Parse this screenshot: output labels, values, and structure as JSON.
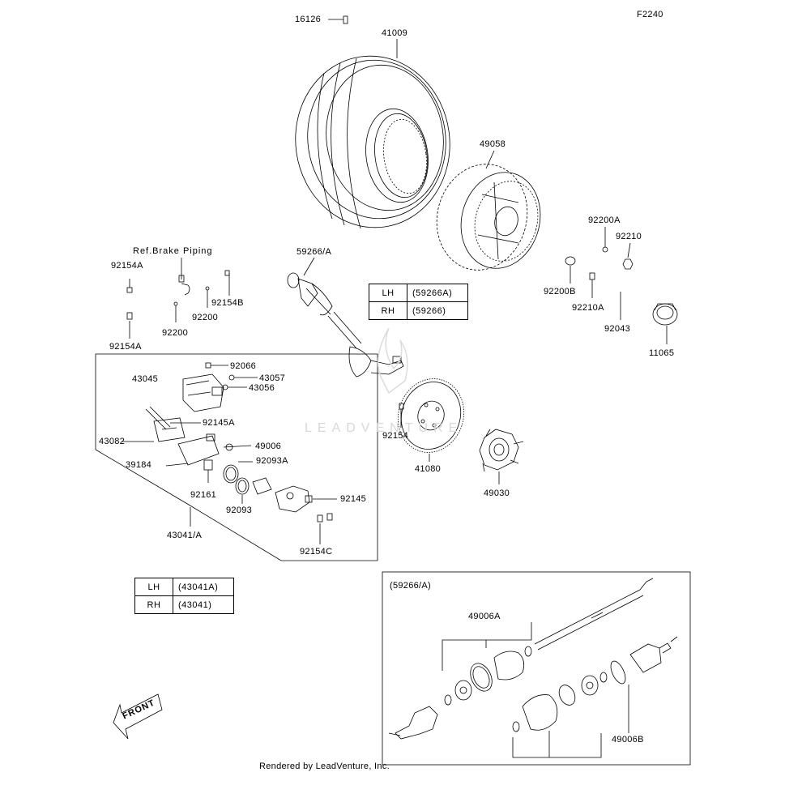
{
  "figure_id": "F2240",
  "footer": "Rendered by LeadVenture, Inc.",
  "watermark": "LEADVENTURE",
  "ref_note": "Ref.Brake Piping",
  "front_label": "FRONT",
  "inset_title": "(59266/A)",
  "parts": {
    "p16126": "16126",
    "p41009": "41009",
    "p49058": "49058",
    "p92200A": "92200A",
    "p92210": "92210",
    "p92200B": "92200B",
    "p92210A": "92210A",
    "p92043": "92043",
    "p11065": "11065",
    "p59266A": "59266/A",
    "p92154A_top": "92154A",
    "p92200_a": "92200",
    "p92154B": "92154B",
    "p92200_b": "92200",
    "p92154A_bottom": "92154A",
    "p92066": "92066",
    "p43045": "43045",
    "p43057": "43057",
    "p43056": "43056",
    "p92145A": "92145A",
    "p43082": "43082",
    "p49006": "49006",
    "p39184": "39184",
    "p92093A": "92093A",
    "p92161": "92161",
    "p92093": "92093",
    "p92145": "92145",
    "p43041A": "43041/A",
    "p92154C": "92154C",
    "p92154": "92154",
    "p41080": "41080",
    "p49030": "49030",
    "p49006A": "49006A",
    "p49006B": "49006B"
  },
  "table_shaft": {
    "rows": [
      {
        "side": "LH",
        "code": "(59266A)"
      },
      {
        "side": "RH",
        "code": "(59266)"
      }
    ]
  },
  "table_caliper": {
    "rows": [
      {
        "side": "LH",
        "code": "(43041A)"
      },
      {
        "side": "RH",
        "code": "(43041)"
      }
    ]
  }
}
